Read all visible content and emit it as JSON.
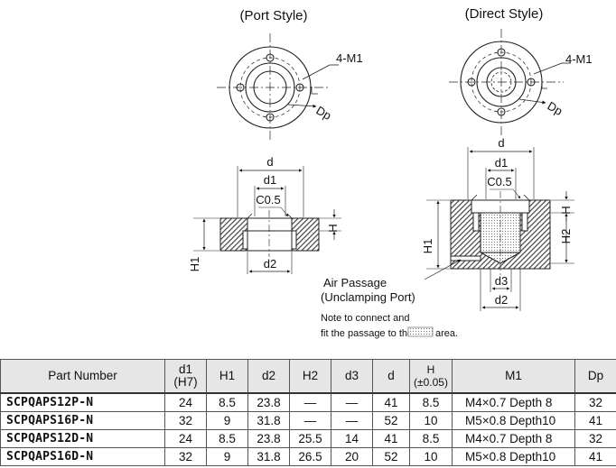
{
  "drawing": {
    "port_style_title": "(Port Style)",
    "direct_style_title": "(Direct Style)",
    "label_4m1": "4-M1",
    "label_dp": "Dp",
    "label_d": "d",
    "label_d1": "d1",
    "label_d2": "d2",
    "label_d3": "d3",
    "label_c05": "C0.5",
    "label_h": "H",
    "label_h1": "H1",
    "label_h2": "H2",
    "air_passage_line1": "Air Passage",
    "air_passage_line2": "(Unclamping Port)",
    "note_line1": "Note to connect and",
    "note_line2_a": "fit the passage to the",
    "note_line2_b": "area."
  },
  "table": {
    "headers": {
      "part_number": "Part Number",
      "d1_top": "d1",
      "d1_bottom": "(H7)",
      "h1": "H1",
      "d2": "d2",
      "h2": "H2",
      "d3": "d3",
      "d": "d",
      "h_top": "H",
      "h_bottom": "(±0.05)",
      "m1": "M1",
      "dp": "Dp"
    },
    "rows": [
      {
        "part": "SCPQAPS12P-N",
        "d1": "24",
        "h1": "8.5",
        "d2": "23.8",
        "h2": "—",
        "d3": "—",
        "d": "41",
        "h": "8.5",
        "m1": "M4×0.7 Depth 8",
        "dp": "32"
      },
      {
        "part": "SCPQAPS16P-N",
        "d1": "32",
        "h1": "9",
        "d2": "31.8",
        "h2": "—",
        "d3": "—",
        "d": "52",
        "h": "10",
        "m1": "M5×0.8 Depth10",
        "dp": "41"
      },
      {
        "part": "SCPQAPS12D-N",
        "d1": "24",
        "h1": "8.5",
        "d2": "23.8",
        "h2": "25.5",
        "d3": "14",
        "d": "41",
        "h": "8.5",
        "m1": "M4×0.7 Depth 8",
        "dp": "32"
      },
      {
        "part": "SCPQAPS16D-N",
        "d1": "32",
        "h1": "9",
        "d2": "31.8",
        "h2": "26.5",
        "d3": "20",
        "d": "52",
        "h": "10",
        "m1": "M5×0.8 Depth10",
        "dp": "41"
      }
    ]
  },
  "colors": {
    "hatch": "#555555",
    "header_bg": "#e6e6e6",
    "line": "#222222"
  }
}
